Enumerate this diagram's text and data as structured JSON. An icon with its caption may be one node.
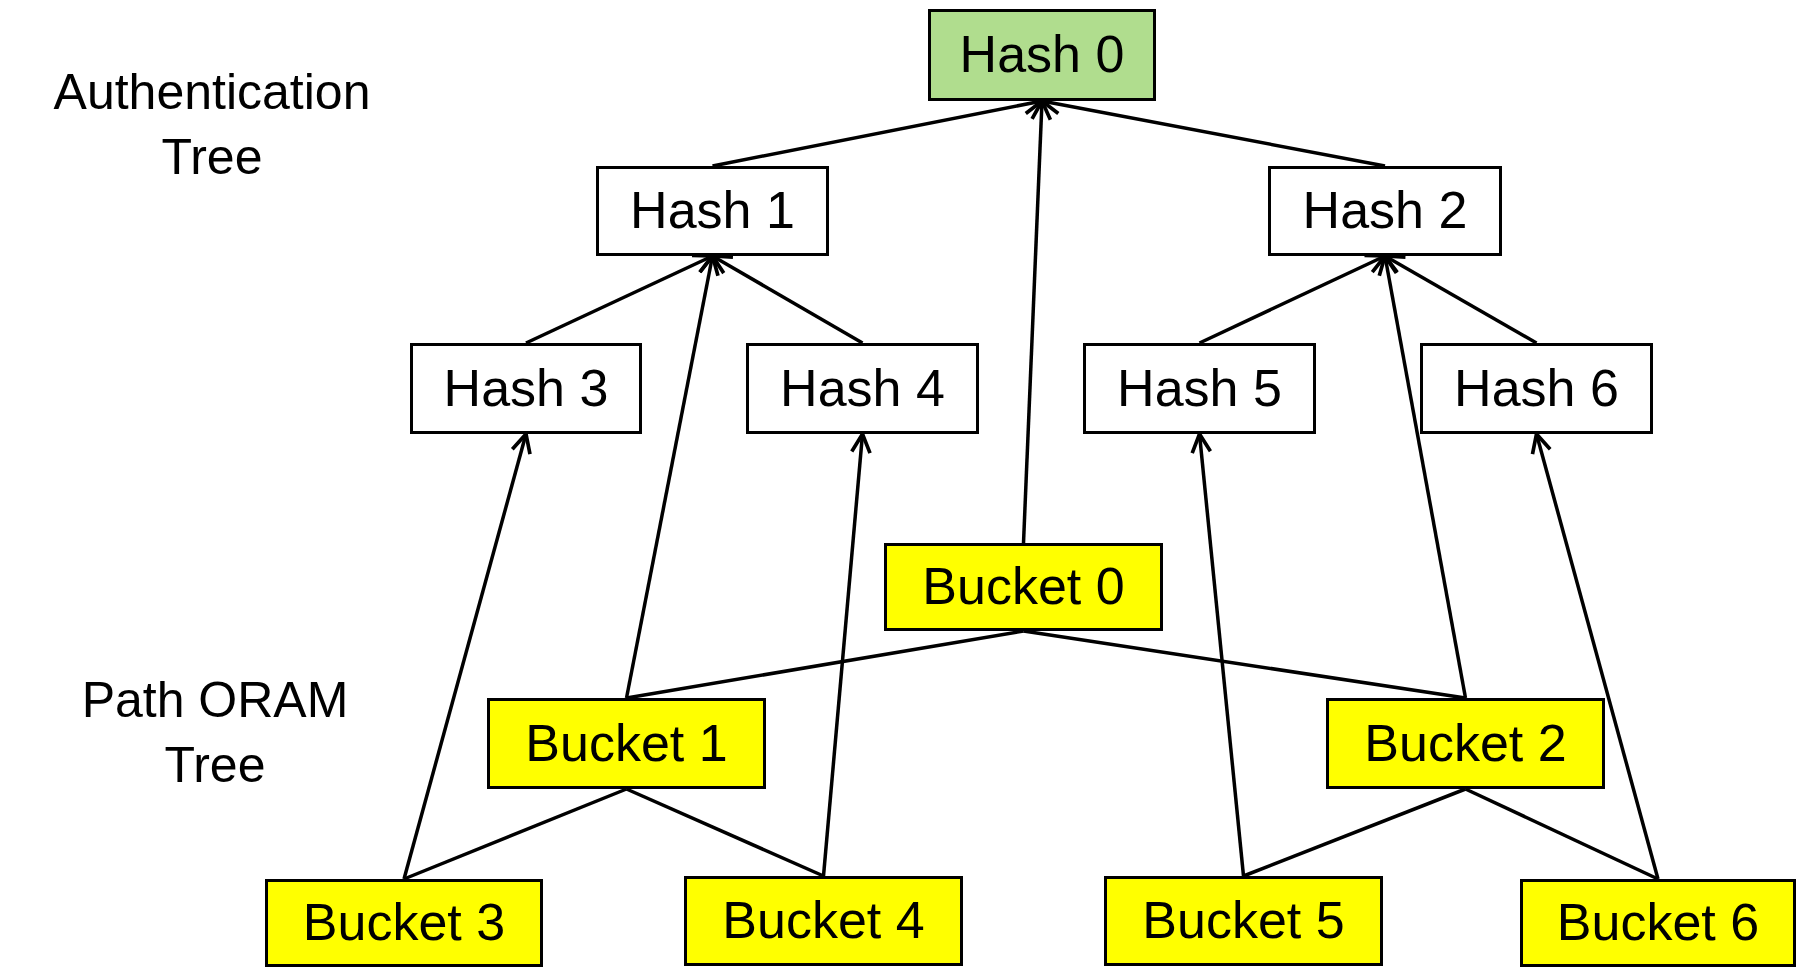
{
  "diagram": {
    "nodes": [
      {
        "text": [
          "Hash 0"
        ]
      },
      {
        "text": [
          "Hash 1"
        ]
      },
      {
        "text": [
          "Hash 2"
        ]
      },
      {
        "text": [
          "Hash 3"
        ]
      },
      {
        "text": [
          "Hash 4"
        ]
      },
      {
        "text": [
          "Hash 5"
        ]
      },
      {
        "text": [
          "Hash 6"
        ]
      },
      {
        "text": [
          "Bucket 0"
        ]
      },
      {
        "text": [
          "Bucket 1"
        ]
      },
      {
        "text": [
          "Bucket 2"
        ]
      },
      {
        "text": [
          "Bucket 3"
        ]
      },
      {
        "text": [
          "Bucket 4"
        ]
      },
      {
        "text": [
          "Bucket 5"
        ]
      },
      {
        "text": [
          "Bucket 6"
        ]
      }
    ],
    "edges": [
      {
        "from": 1,
        "to": 0,
        "arrow": "to"
      },
      {
        "from": 7,
        "to": 0,
        "arrow": "to"
      },
      {
        "from": 2,
        "to": 0,
        "arrow": "to"
      },
      {
        "from": 3,
        "to": 1,
        "arrow": "to"
      },
      {
        "from": 8,
        "to": 1,
        "arrow": "to"
      },
      {
        "from": 4,
        "to": 1,
        "arrow": "to"
      },
      {
        "from": 5,
        "to": 2,
        "arrow": "to"
      },
      {
        "from": 9,
        "to": 2,
        "arrow": "to"
      },
      {
        "from": 6,
        "to": 2,
        "arrow": "to"
      },
      {
        "from": 10,
        "to": 3,
        "arrow": "to"
      },
      {
        "from": 11,
        "to": 4,
        "arrow": "to"
      },
      {
        "from": 12,
        "to": 5,
        "arrow": "to"
      },
      {
        "from": 13,
        "to": 6,
        "arrow": "to"
      },
      {
        "from": 7,
        "to": 8,
        "arrow": "none"
      },
      {
        "from": 7,
        "to": 9,
        "arrow": "none"
      },
      {
        "from": 8,
        "to": 10,
        "arrow": "none"
      },
      {
        "from": 8,
        "to": 11,
        "arrow": "none"
      },
      {
        "from": 9,
        "to": 12,
        "arrow": "none"
      },
      {
        "from": 9,
        "to": 13,
        "arrow": "none"
      }
    ],
    "labels": [
      "Authentication Tree",
      "Path ORAM Tree"
    ]
  }
}
